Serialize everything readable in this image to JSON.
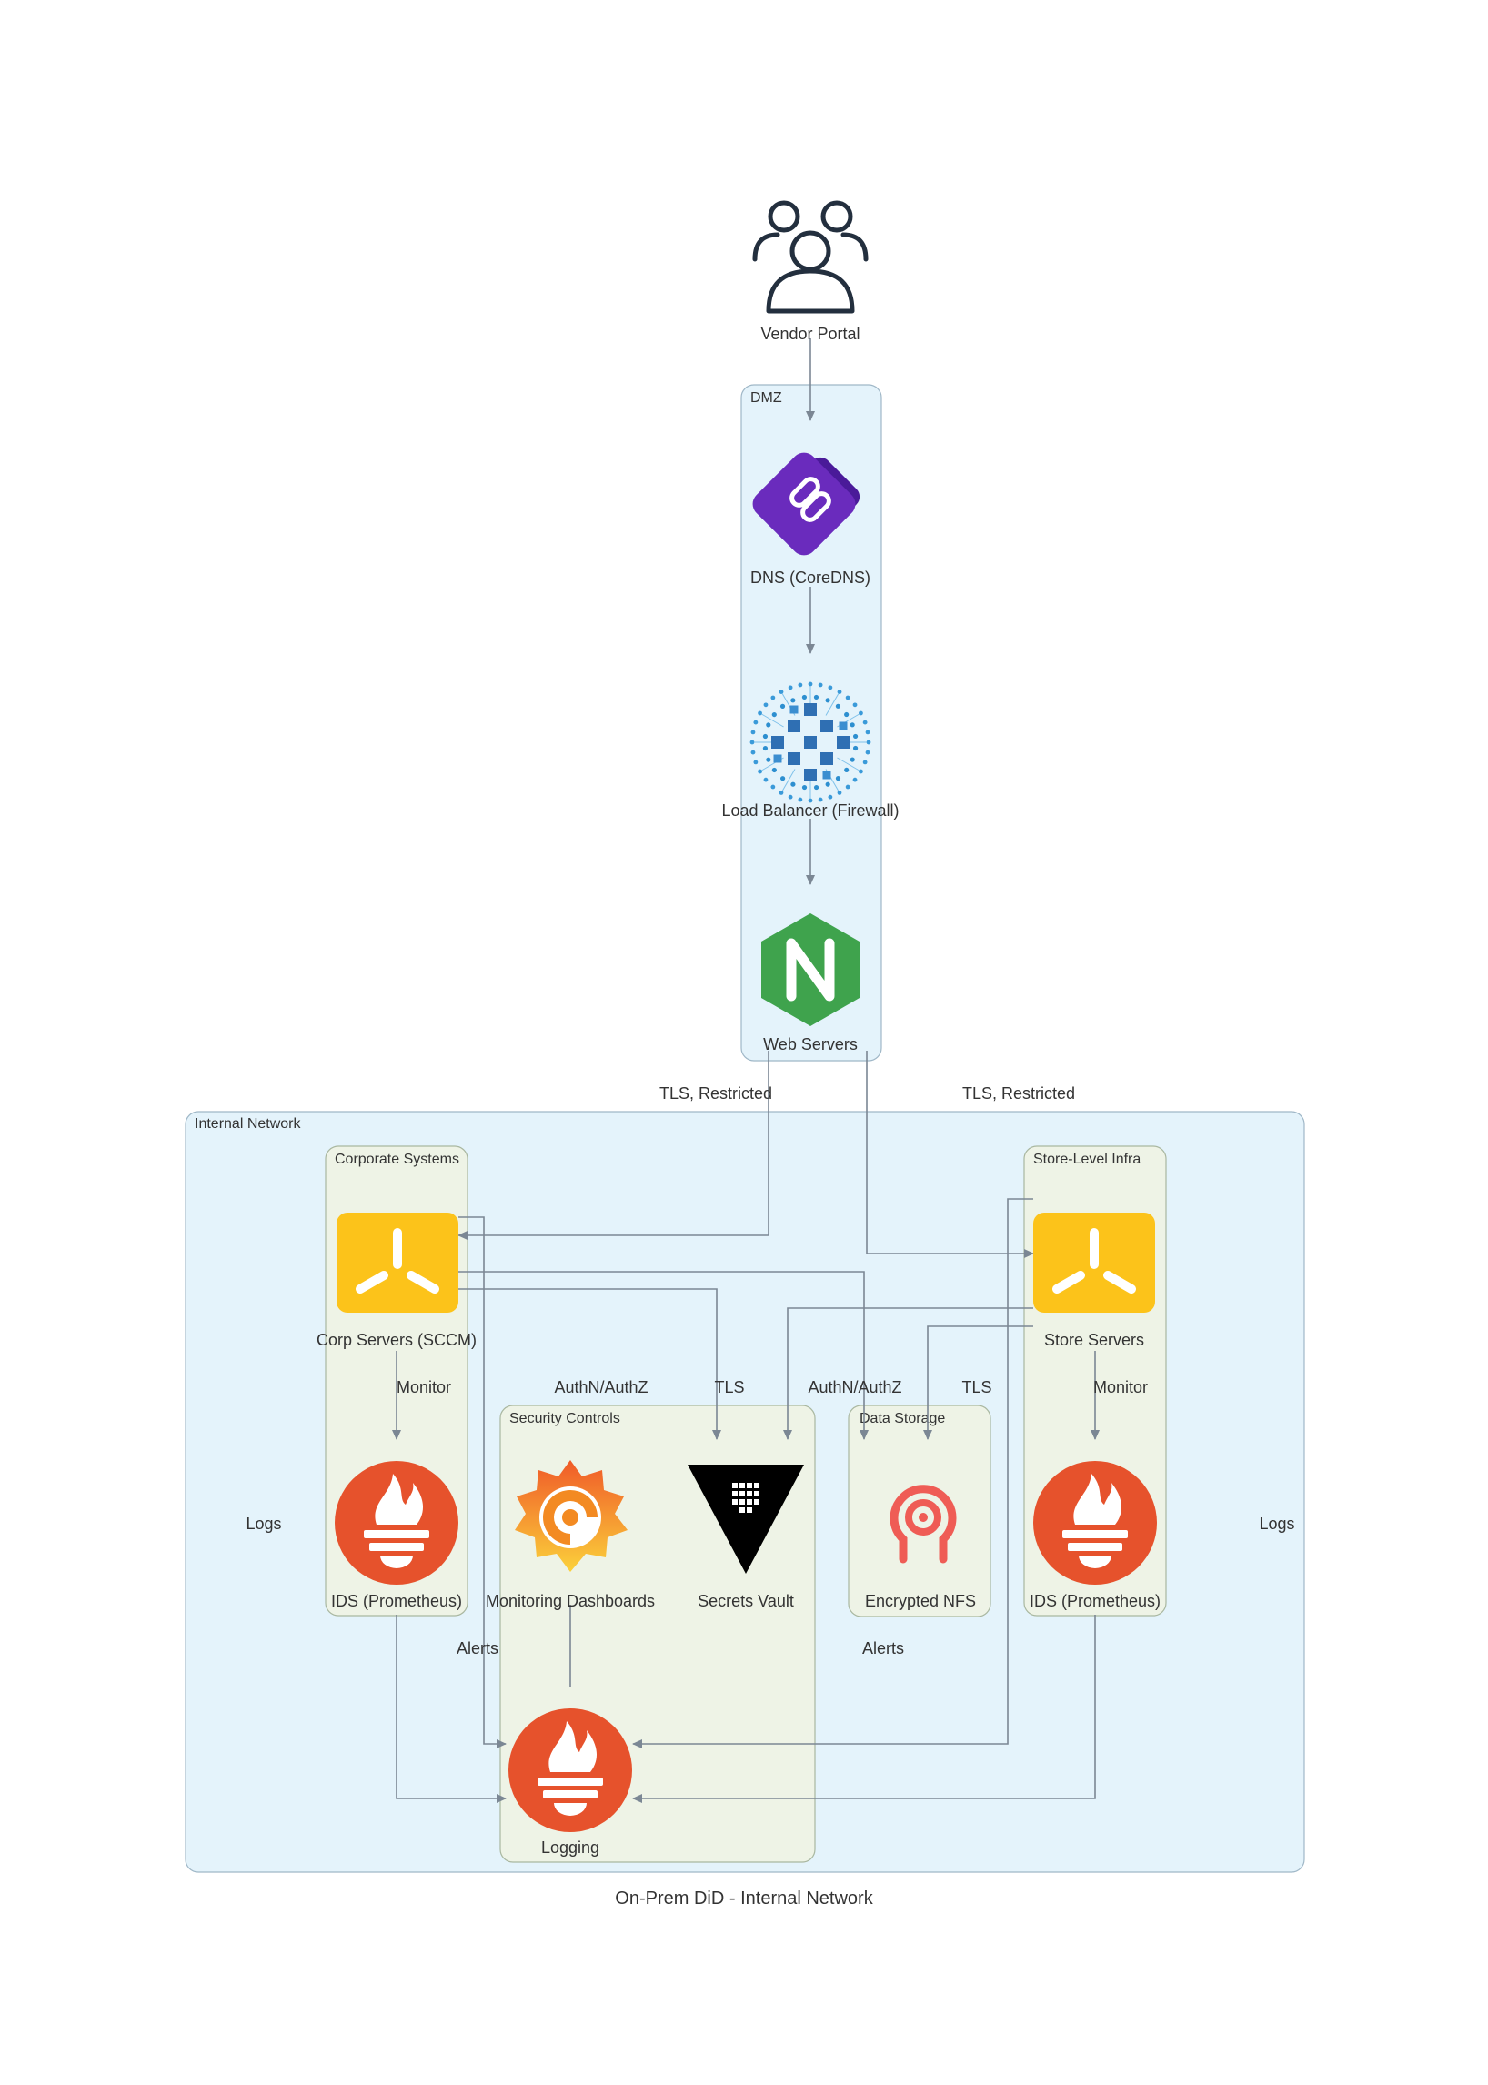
{
  "title": "On-Prem DiD - Internal Network",
  "colors": {
    "cluster_blue": "#e4f3fb",
    "cluster_green": "#eef3e6",
    "cluster_border": "#9fb7c7",
    "edge": "#7b8794"
  },
  "clusters": {
    "dmz": "DMZ",
    "internal": "Internal Network",
    "corporate": "Corporate Systems",
    "store": "Store-Level Infra",
    "security": "Security Controls",
    "storage": "Data Storage"
  },
  "nodes": {
    "vendor": {
      "label": "Vendor Portal",
      "icon": "users-icon"
    },
    "dns": {
      "label": "DNS (CoreDNS)",
      "icon": "coredns-icon"
    },
    "lb": {
      "label": "Load Balancer (Firewall)",
      "icon": "network-icon"
    },
    "web": {
      "label": "Web Servers",
      "icon": "nginx-icon"
    },
    "corp": {
      "label": "Corp Servers (SCCM)",
      "icon": "server-icon"
    },
    "store": {
      "label": "Store Servers",
      "icon": "server-icon"
    },
    "ids_corp": {
      "label": "IDS (Prometheus)",
      "icon": "prometheus-icon"
    },
    "ids_store": {
      "label": "IDS (Prometheus)",
      "icon": "prometheus-icon"
    },
    "dash": {
      "label": "Monitoring Dashboards",
      "icon": "grafana-icon"
    },
    "vault": {
      "label": "Secrets Vault",
      "icon": "vault-icon"
    },
    "nfs": {
      "label": "Encrypted NFS",
      "icon": "ceph-icon"
    },
    "logging": {
      "label": "Logging",
      "icon": "prometheus-icon"
    }
  },
  "edge_labels": {
    "tls_left": "TLS, Restricted",
    "tls_right": "TLS, Restricted",
    "monitor_left": "Monitor",
    "monitor_right": "Monitor",
    "authn_left": "AuthN/AuthZ",
    "tls_mid_left": "TLS",
    "authn_right": "AuthN/AuthZ",
    "tls_mid_right": "TLS",
    "logs_left": "Logs",
    "logs_right": "Logs",
    "alerts_left": "Alerts",
    "alerts_right": "Alerts"
  }
}
